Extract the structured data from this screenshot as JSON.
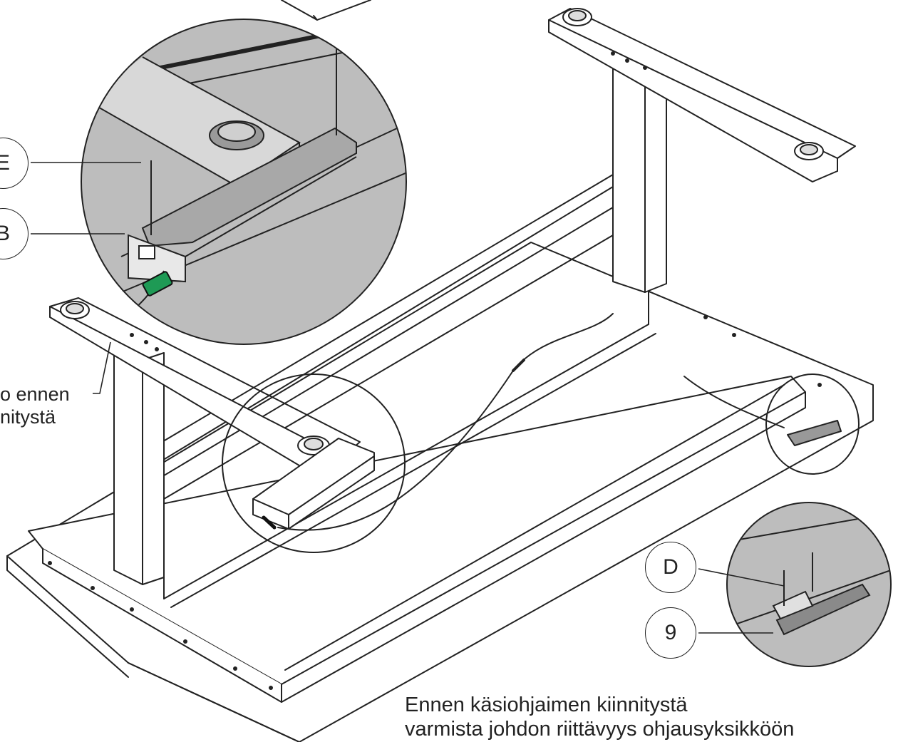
{
  "callouts": {
    "e": "E",
    "b": "B",
    "d": "D",
    "nine": "9"
  },
  "side_note": {
    "line1": "o ennen",
    "line2": "nitystä"
  },
  "caption": {
    "line1": "Ennen käsiohjaimen kiinnitystä",
    "line2": "varmista johdon riittävyys ohjausyksikköön"
  },
  "colors": {
    "line": "#222222",
    "zoom_fill": "#bdbdbd",
    "connector": "#1e9a55"
  }
}
